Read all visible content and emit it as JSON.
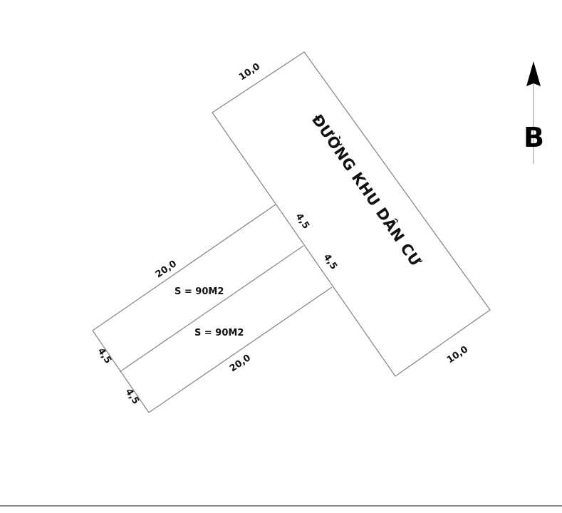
{
  "diagram": {
    "type": "land-plot-site-plan",
    "road": {
      "label": "ĐƯỜNG KHU DÂN CƯ",
      "top_width_label": "10,0",
      "bottom_width_label": "10,0"
    },
    "lots": [
      {
        "area_label": "S = 90M2",
        "length_label": "20,0",
        "frontage_label": "4,5",
        "back_label": "4,5"
      },
      {
        "area_label": "S = 90M2",
        "length_label": "20,0",
        "frontage_label": "4,5",
        "back_label": "4,5"
      }
    ],
    "north_arrow": {
      "letter": "B"
    },
    "colors": {
      "line": "#8a8a8a",
      "text": "#111111",
      "background": "#ffffff"
    }
  }
}
